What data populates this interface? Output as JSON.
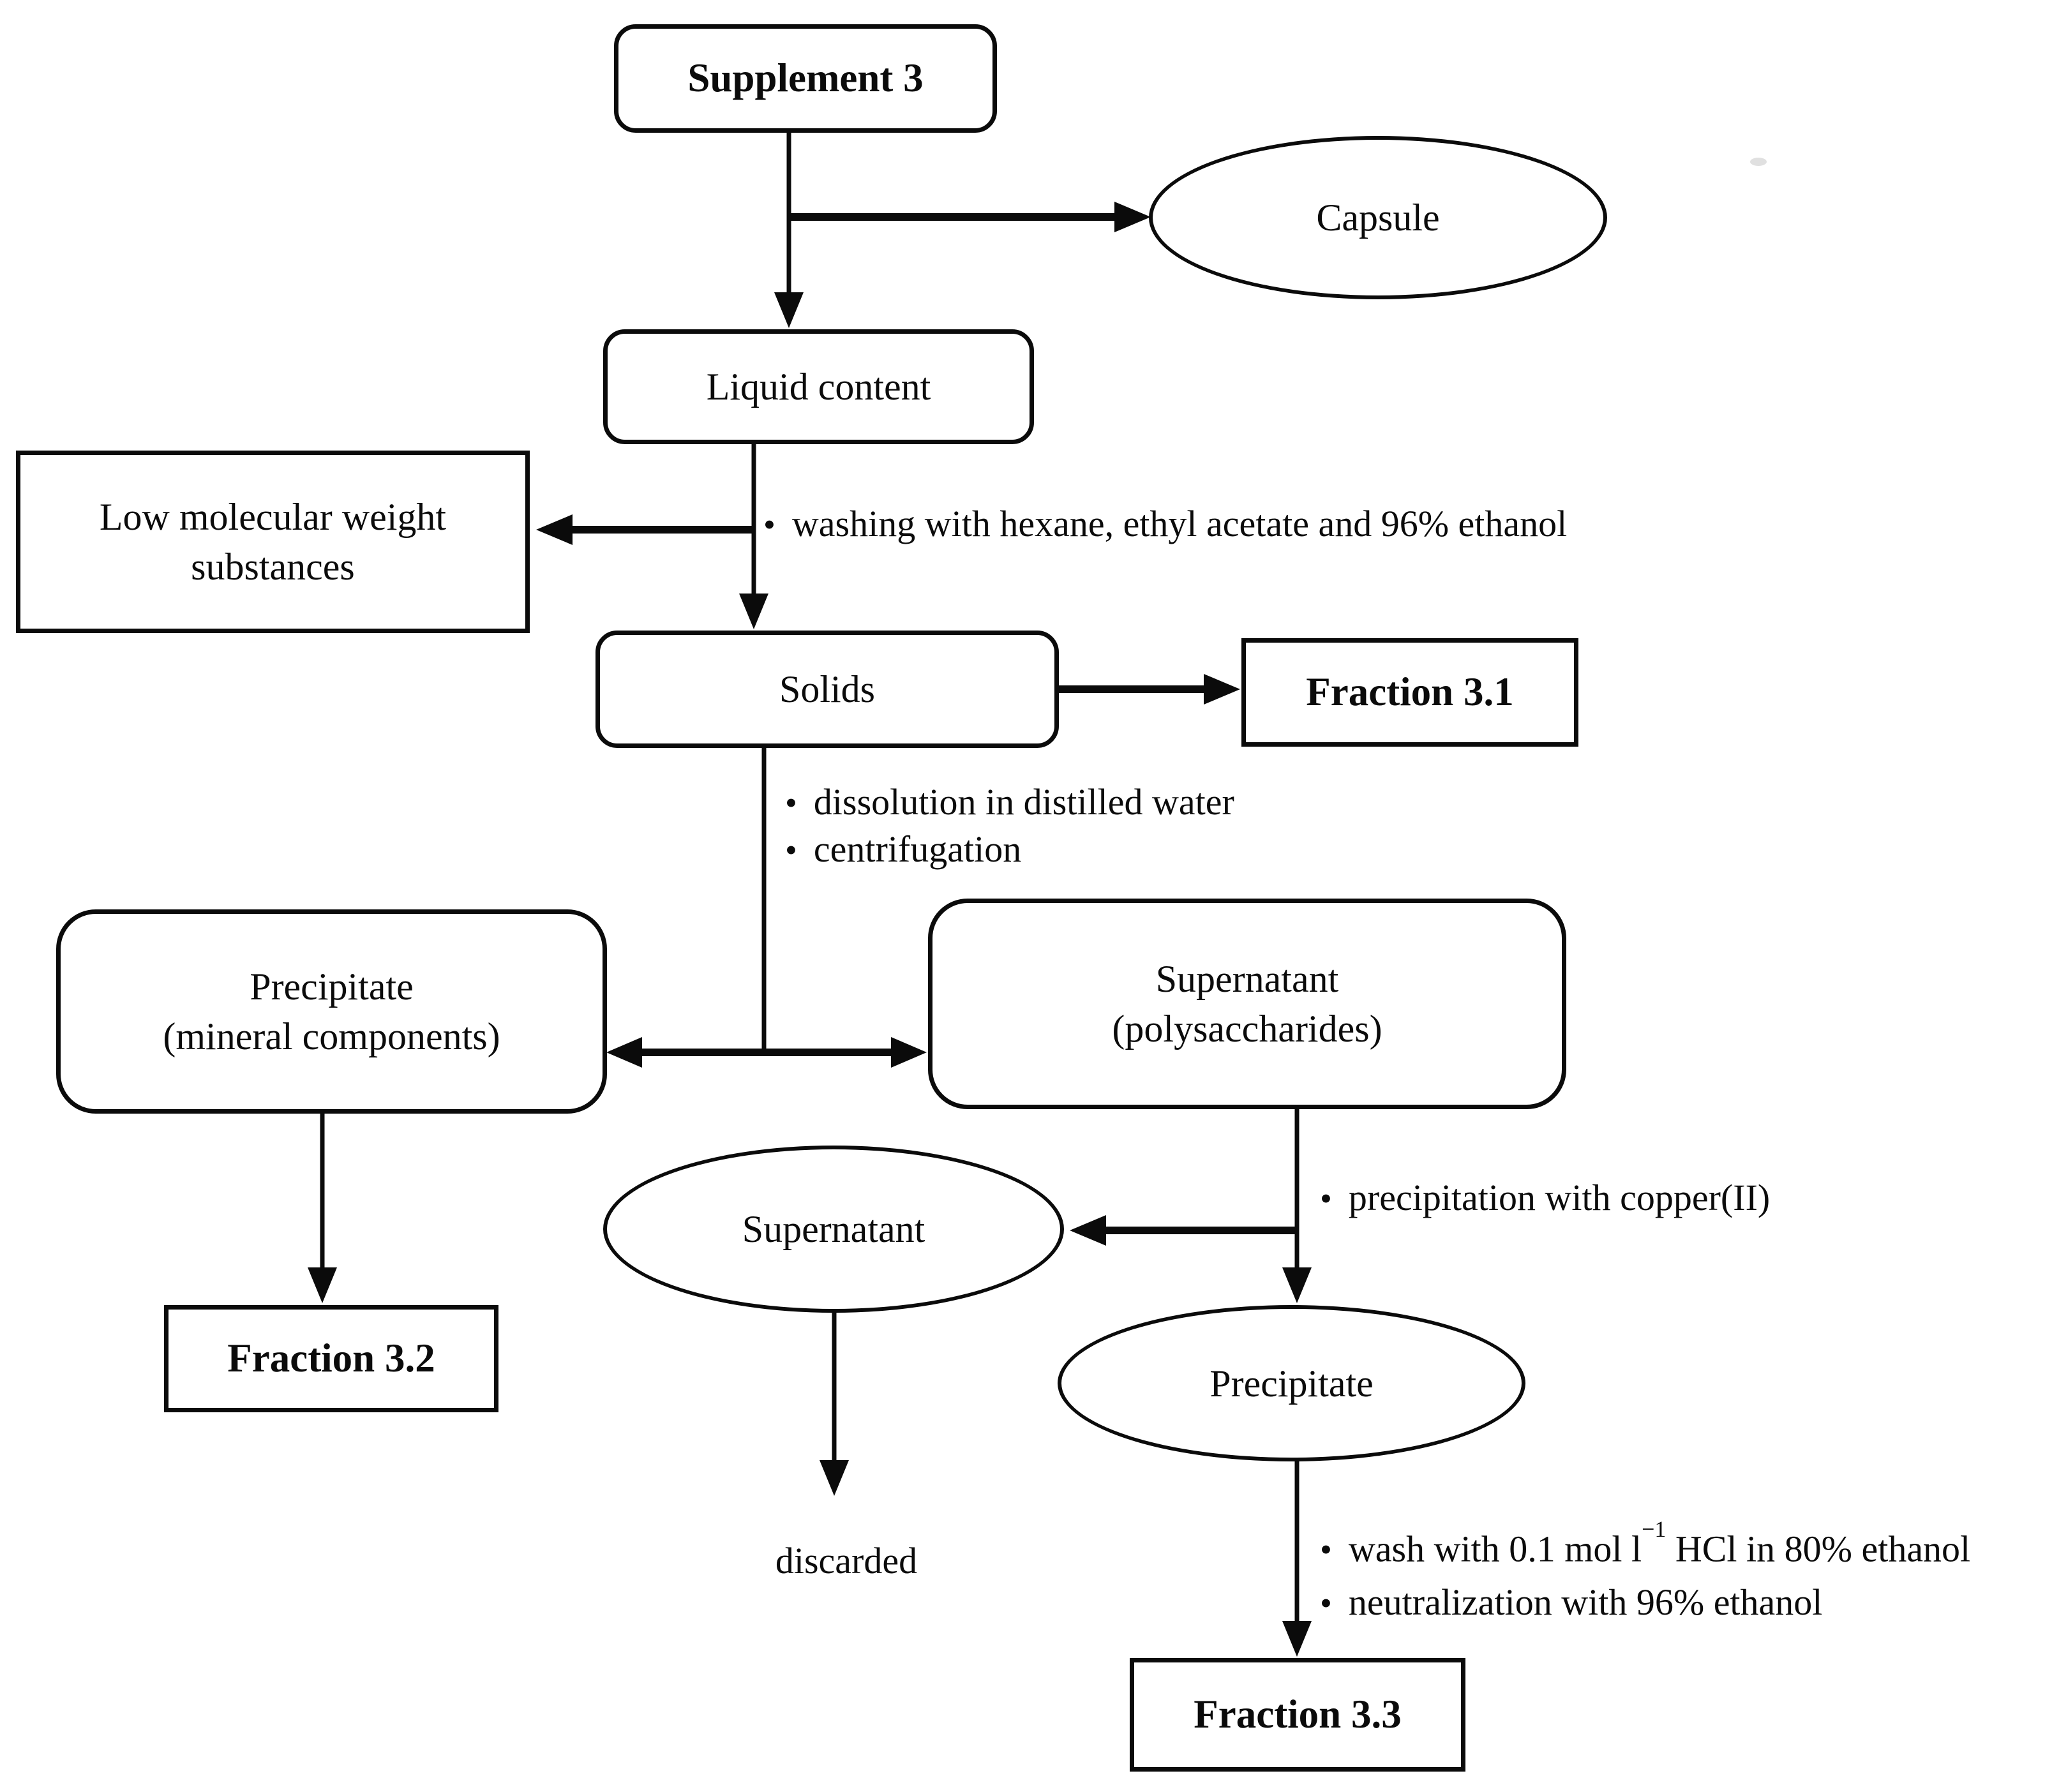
{
  "nodes": {
    "supplement": {
      "label": "Supplement 3"
    },
    "capsule": {
      "label": "Capsule"
    },
    "liquid_content": {
      "label": "Liquid content"
    },
    "low_molecular": {
      "label": "Low molecular weight\nsubstances"
    },
    "solids": {
      "label": "Solids"
    },
    "fraction_3_1": {
      "label": "Fraction 3.1"
    },
    "precipitate_mineral": {
      "label": "Precipitate\n(mineral components)"
    },
    "supernatant_poly": {
      "label": "Supernatant\n(polysaccharides)"
    },
    "fraction_3_2": {
      "label": "Fraction 3.2"
    },
    "supernatant_discarded": {
      "label": "Supernatant"
    },
    "precipitate_copper": {
      "label": "Precipitate"
    },
    "discarded": {
      "label": "discarded"
    },
    "fraction_3_3": {
      "label": "Fraction 3.3"
    }
  },
  "annotations": {
    "bullet_glyph": "•",
    "washing": "washing with hexane, ethyl acetate and 96% ethanol",
    "dissolution": "dissolution in distilled water",
    "centrifugation": "centrifugation",
    "copper": "precipitation with copper(II)",
    "wash_hcl": {
      "pre": "wash with 0.1 mol l",
      "sup": "−1",
      "post": " HCl in 80% ethanol"
    },
    "neutralization": "neutralization with 96% ethanol"
  },
  "colors": {
    "ink": "#0b0b0b",
    "background": "#ffffff"
  }
}
